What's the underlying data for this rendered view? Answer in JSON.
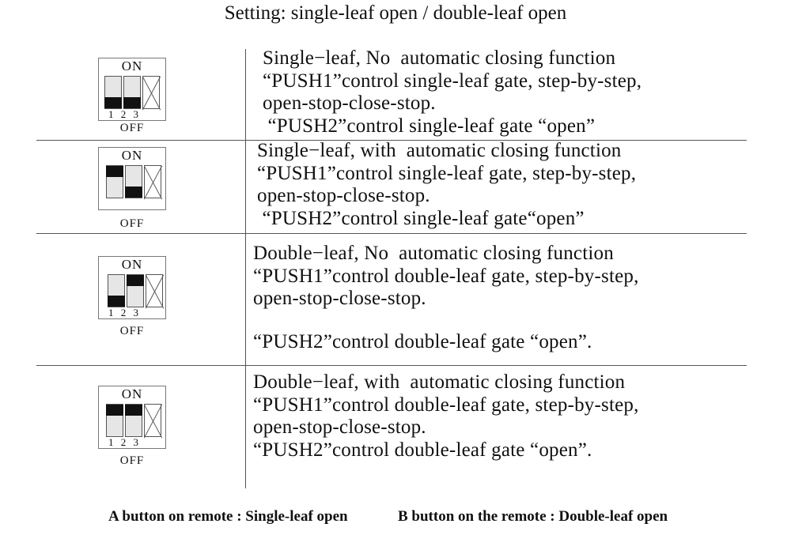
{
  "title": "Setting: single-leaf open / double-leaf open",
  "switch": {
    "on_label": "ON",
    "off_label": "OFF",
    "numbers": "1 2 3"
  },
  "rows": [
    {
      "switch1": "off",
      "switch2": "off",
      "lines": [
        "Single−leaf, No  automatic closing function",
        "“PUSH1”control single-leaf gate, step-by-step,",
        "open-stop-close-stop.",
        " “PUSH2”control single-leaf gate “open”"
      ]
    },
    {
      "switch1": "on",
      "switch2": "off",
      "lines": [
        "Single−leaf, with  automatic closing function",
        "“PUSH1”control single-leaf gate, step-by-step,",
        "open-stop-close-stop.",
        " “PUSH2”control single-leaf gate“open”"
      ]
    },
    {
      "switch1": "off",
      "switch2": "on",
      "lines": [
        "Double−leaf, No  automatic closing function",
        "“PUSH1”control double-leaf gate, step-by-step,",
        "open-stop-close-stop."
      ],
      "line_after_gap": "“PUSH2”control double-leaf gate “open”."
    },
    {
      "switch1": "on",
      "switch2": "on",
      "lines": [
        "Double−leaf, with  automatic closing function",
        "“PUSH1”control double-leaf gate, step-by-step,",
        "open-stop-close-stop.",
        "“PUSH2”control double-leaf gate “open”."
      ]
    }
  ],
  "footer": {
    "a": "A button on remote : Single-leaf open",
    "b": "B button on the remote : Double-leaf open"
  }
}
